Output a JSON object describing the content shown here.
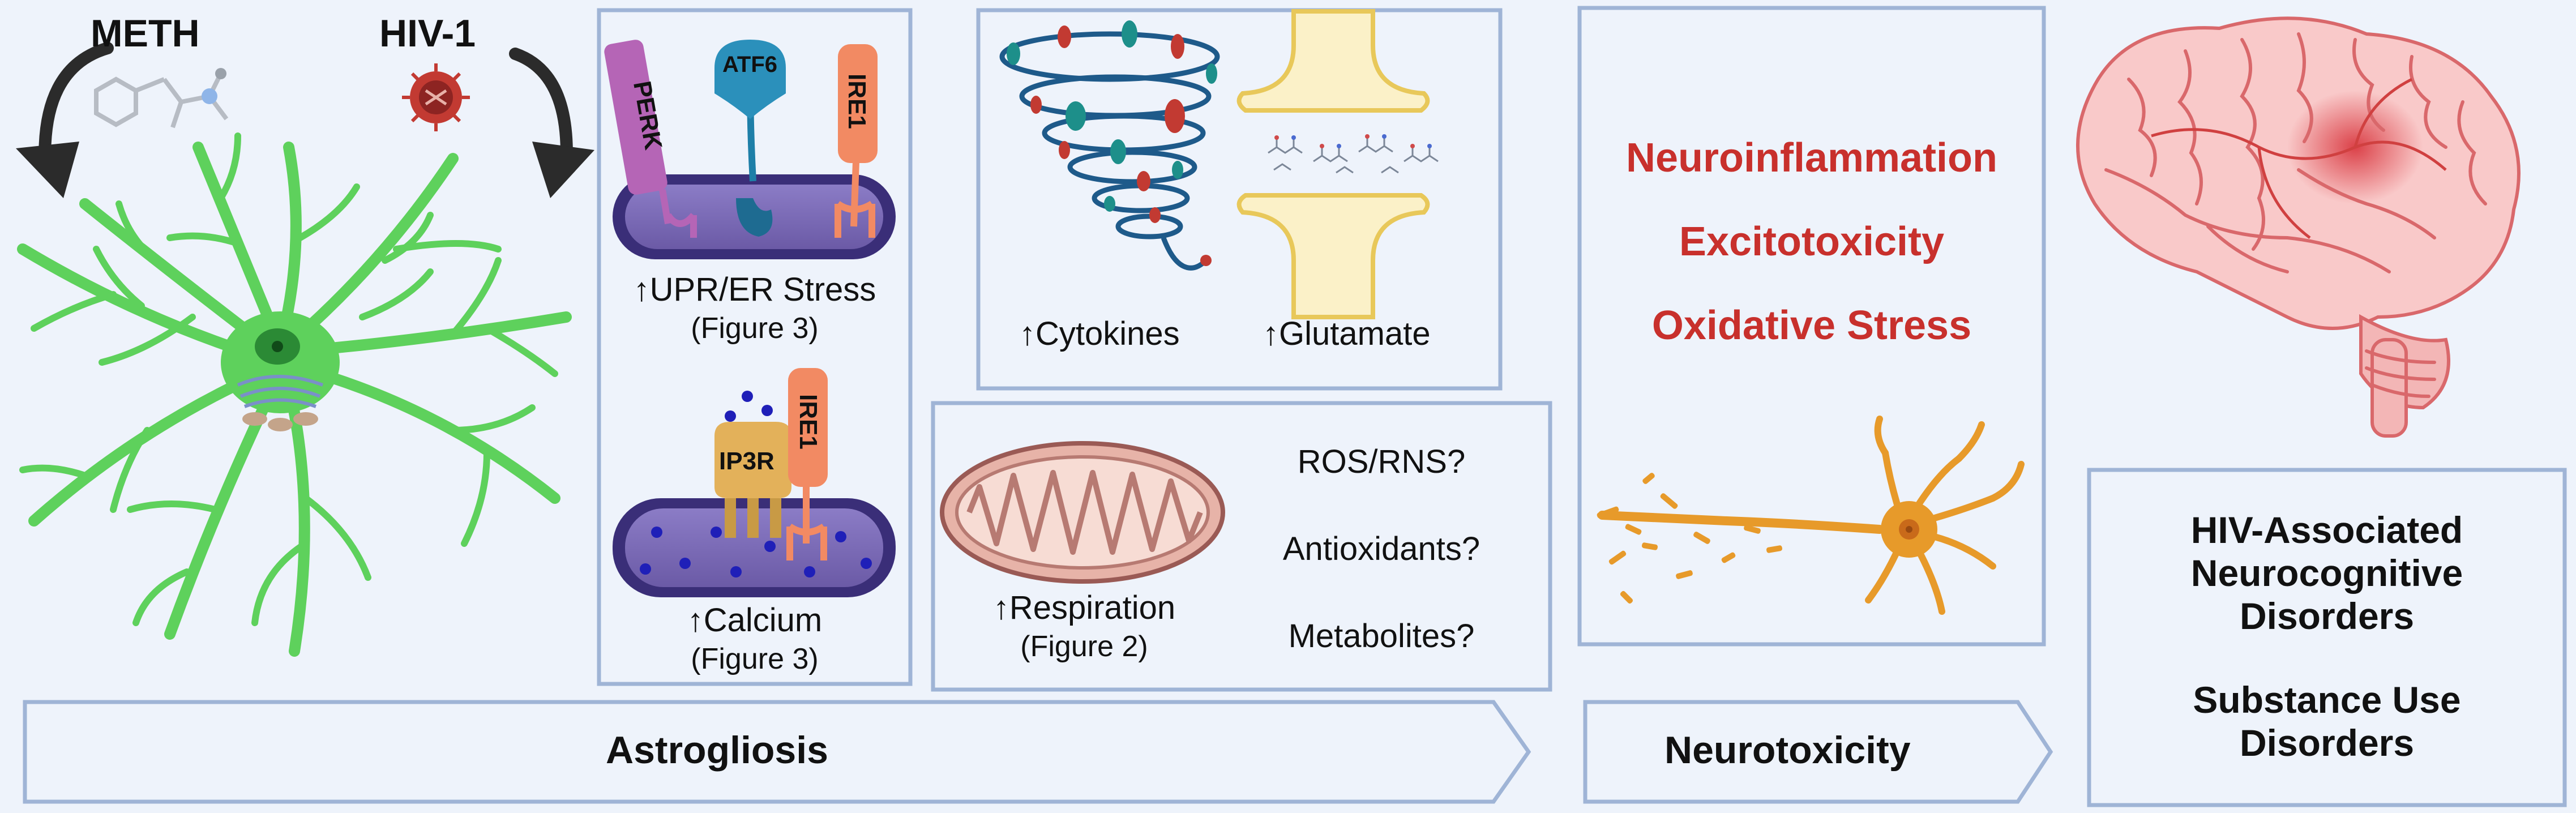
{
  "inputs": {
    "meth": "METH",
    "hiv": "HIV-1"
  },
  "er_panel": {
    "perk": "PERK",
    "atf6": "ATF6",
    "ire1_top": "IRE1",
    "upr": "↑UPR/ER Stress",
    "upr_ref": "(Figure 3)",
    "ip3r": "IP3R",
    "ire1_bottom": "IRE1",
    "calcium": "↑Calcium",
    "calcium_ref": "(Figure 3)"
  },
  "secretion_panel": {
    "cytokines": "↑Cytokines",
    "glutamate": "↑Glutamate"
  },
  "mito_panel": {
    "respiration": "↑Respiration",
    "respiration_ref": "(Figure 2)",
    "ros": "ROS/RNS?",
    "antioxidants": "Antioxidants?",
    "metabolites": "Metabolites?"
  },
  "effects_panel": {
    "line1": "Neuroinflammation",
    "line2": "Excitotoxicity",
    "line3": "Oxidative Stress"
  },
  "outcomes_panel": {
    "hand_line1": "HIV-Associated",
    "hand_line2": "Neurocognitive",
    "hand_line3": "Disorders",
    "sud_line1": "Substance Use",
    "sud_line2": "Disorders"
  },
  "arrows": {
    "astrogliosis": "Astrogliosis",
    "neurotoxicity": "Neurotoxicity"
  },
  "colors": {
    "box_border": "#9fb4d6",
    "astrocyte": "#5ed15c",
    "effect_text": "#c8302c",
    "neuron": "#e79a2a"
  }
}
